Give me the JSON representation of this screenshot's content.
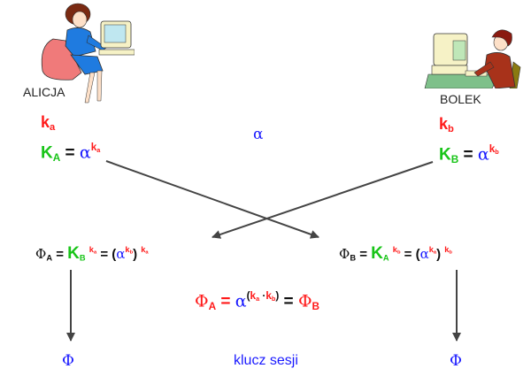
{
  "participants": {
    "alice": {
      "name": "ALICJA",
      "illustration": "woman-at-computer",
      "private_key": {
        "base": "k",
        "sub": "a"
      },
      "public_key": {
        "lhs_base": "K",
        "lhs_sub": "A",
        "eq": "=",
        "alpha": "α",
        "exp_base": "k",
        "exp_sub": "a"
      },
      "session_formula": {
        "phi": "Φ",
        "phi_sub": "A",
        "eq1": "=",
        "K": "K",
        "K_sub": "B",
        "exp1_base": "k",
        "exp1_sub": "a",
        "eq2": "=",
        "open": "(",
        "alpha": "α",
        "inner_exp_base": "k",
        "inner_exp_sub": "b",
        "close": ")",
        "outer_exp_base": "k",
        "outer_exp_sub": "a"
      },
      "result": "Φ"
    },
    "bob": {
      "name": "BOLEK",
      "illustration": "man-at-computer",
      "private_key": {
        "base": "k",
        "sub": "b"
      },
      "public_key": {
        "lhs_base": "K",
        "lhs_sub": "B",
        "eq": "=",
        "alpha": "α",
        "exp_base": "k",
        "exp_sub": "b"
      },
      "session_formula": {
        "phi": "Φ",
        "phi_sub": "B",
        "eq1": "=",
        "K": "K",
        "K_sub": "A",
        "exp1_base": "k",
        "exp1_sub": "b",
        "eq2": "=",
        "open": "(",
        "alpha": "α",
        "inner_exp_base": "k",
        "inner_exp_sub": "a",
        "close": ")",
        "outer_exp_base": "k",
        "outer_exp_sub": "b"
      },
      "result": "Φ"
    }
  },
  "generator": "α",
  "shared": {
    "phi": "Φ",
    "phi_a_sub": "A",
    "eq1": "=",
    "alpha": "α",
    "exp_open": "(",
    "exp_k1": "k",
    "exp_k1_sub": "a",
    "exp_dot": "·",
    "exp_k2": "k",
    "exp_k2_sub": "b",
    "exp_close": ")",
    "eq2": "=",
    "phi_b_sub": "B"
  },
  "session_key_label": "klucz sesji",
  "colors": {
    "private": "#ff1a1a",
    "public": "#18c418",
    "generator": "#1a1aff",
    "arrow": "#444444"
  }
}
